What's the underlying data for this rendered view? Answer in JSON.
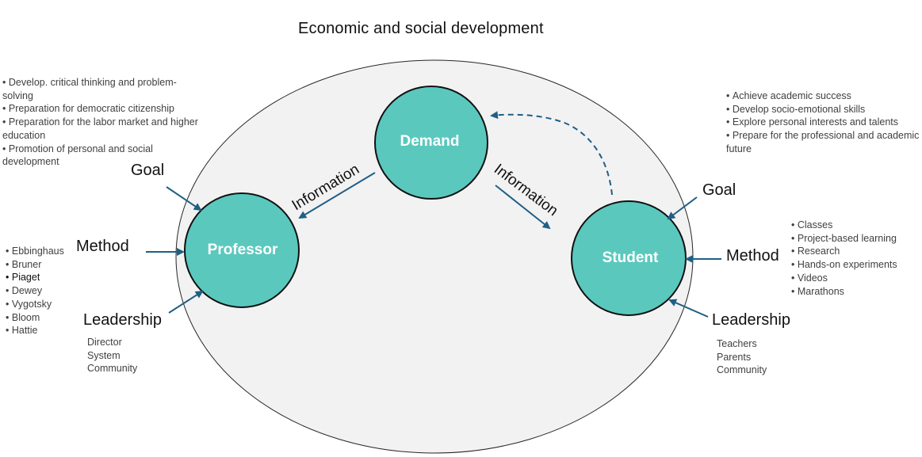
{
  "title": "Economic and social development",
  "nodes": {
    "demand": "Demand",
    "professor": "Professor",
    "student": "Student"
  },
  "information_left": "Information",
  "information_right": "Information",
  "professor_side": {
    "goal_label": "Goal",
    "method_label": "Method",
    "leadership_label": "Leadership",
    "goals": [
      "Develop. critical thinking and problem-solving",
      "Preparation for democratic citizenship",
      "Preparation for the labor market and higher education",
      "Promotion of personal and social development"
    ],
    "methods": [
      "Ebbinghaus",
      "Bruner",
      "Piaget",
      "Dewey",
      "Vygotsky",
      "Bloom",
      "Hattie"
    ],
    "leadership": [
      "Director",
      "System",
      "Community"
    ]
  },
  "student_side": {
    "goal_label": "Goal",
    "method_label": "Method",
    "leadership_label": "Leadership",
    "goals": [
      "Achieve academic success",
      "Develop socio-emotional skills",
      "Explore personal interests and talents",
      "Prepare for the professional and academic future"
    ],
    "methods": [
      "Classes",
      "Project-based learning",
      "Research",
      "Hands-on experiments",
      "Videos",
      "Marathons"
    ],
    "leadership": [
      "Teachers",
      "Parents",
      "Community"
    ]
  },
  "colors": {
    "node_fill": "#5bc8be",
    "node_stroke": "#111111",
    "arrow": "#1f5f85",
    "ellipse_fill": "#f2f2f2",
    "ellipse_stroke": "#262626"
  }
}
